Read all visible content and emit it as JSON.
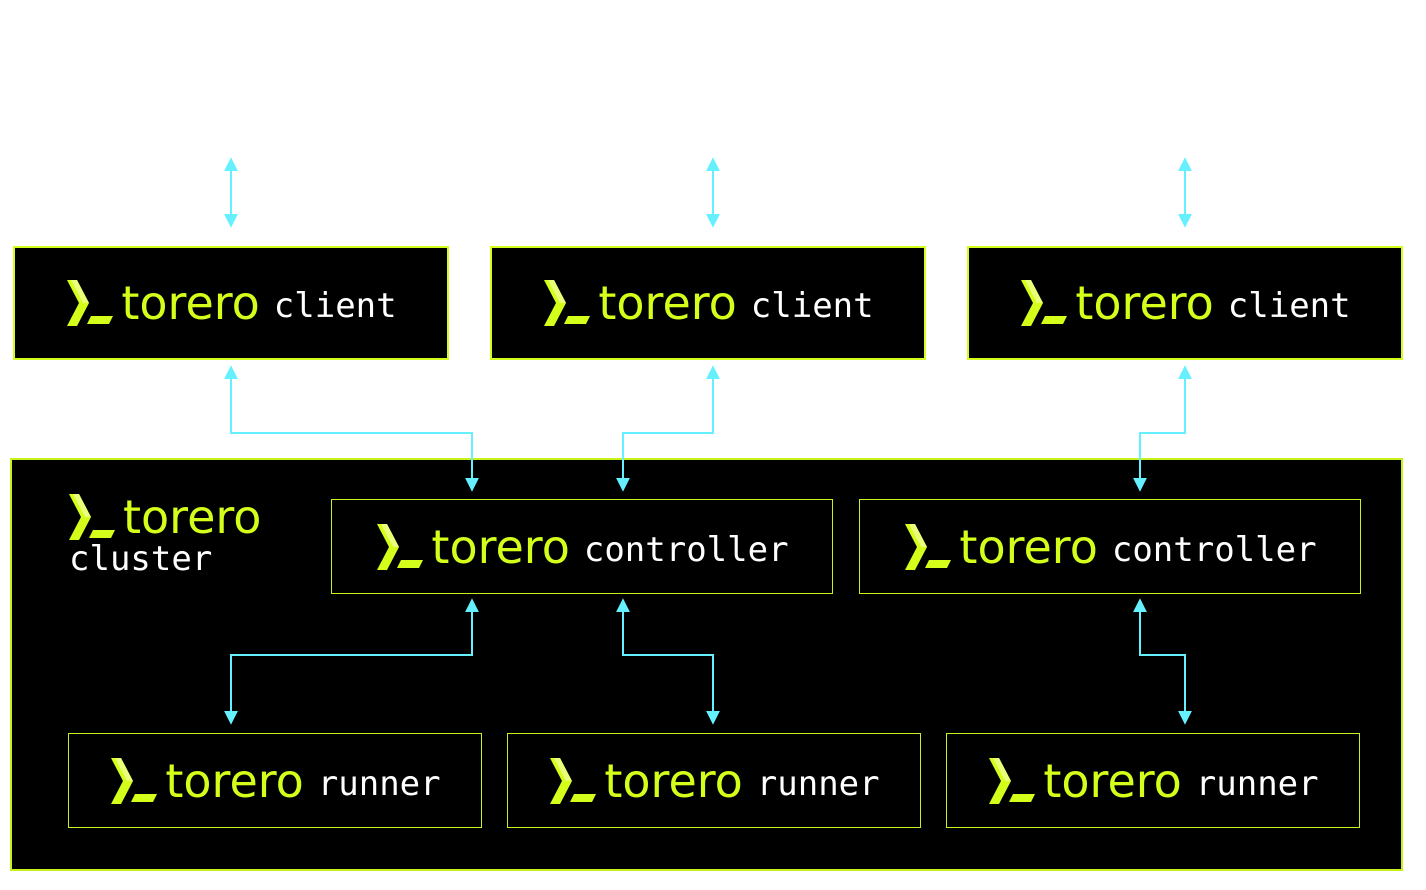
{
  "brand": "torero",
  "colors": {
    "accent": "#d4ff1a",
    "arrow": "#66f0ff",
    "box_bg": "#000000",
    "role_text": "#ffffff"
  },
  "logo_icon": "torero-prompt-icon",
  "clients": [
    {
      "role": "client"
    },
    {
      "role": "client"
    },
    {
      "role": "client"
    }
  ],
  "cluster": {
    "brand": "torero",
    "role": "cluster"
  },
  "controllers": [
    {
      "role": "controller"
    },
    {
      "role": "controller"
    }
  ],
  "runners": [
    {
      "role": "runner"
    },
    {
      "role": "runner"
    },
    {
      "role": "runner"
    }
  ]
}
